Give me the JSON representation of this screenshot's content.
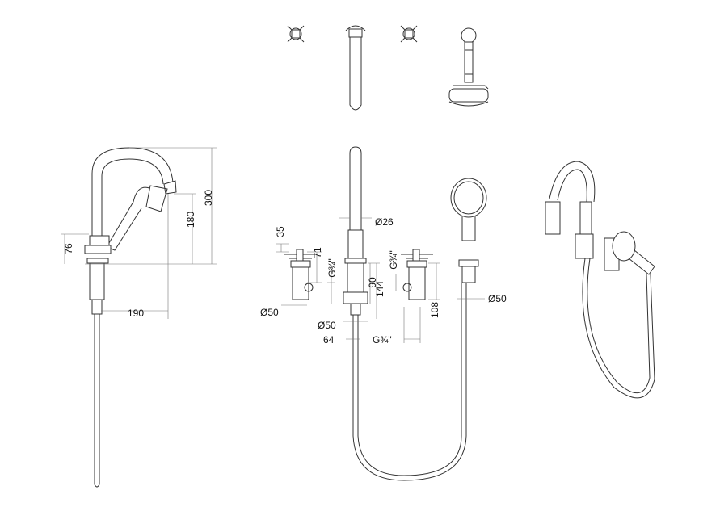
{
  "dimensions": {
    "height_total": "300",
    "spout_height": "180",
    "base_height": "76",
    "spout_reach": "190",
    "spout_diameter": "Ø26",
    "handle_height": "35",
    "valve_height": "71",
    "thread_left": "G¾\"",
    "thread_right": "G¾\"",
    "thread_bottom": "G¾\"",
    "spout_body_90": "90",
    "spout_body_144": "144",
    "shower_holder_height": "108",
    "valve_diameter": "Ø50",
    "spout_base_diameter": "Ø50",
    "holder_diameter": "Ø50",
    "spacing": "64"
  }
}
